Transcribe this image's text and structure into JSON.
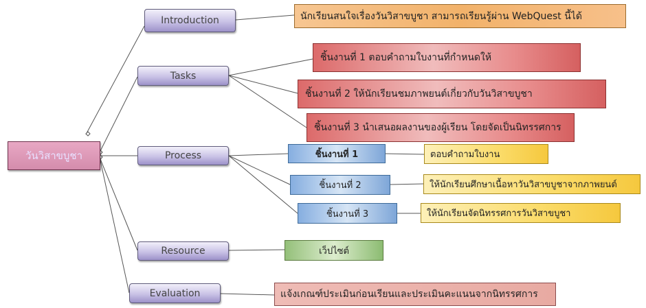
{
  "center": {
    "label": "วันวิสาขบูชา"
  },
  "branches": {
    "introduction": {
      "label": "Introduction",
      "detail": "นักเรียนสนใจเรื่องวันวิสาขบูชา สามารถเรียนรู้ผ่าน WebQuest นี้ได้"
    },
    "tasks": {
      "label": "Tasks",
      "items": [
        "ชิ้นงานที่ 1 ตอบคำถามใบงานที่กำหนดให้",
        "ชิ้นงานที่ 2 ให้นักเรียนชมภาพยนต์เกี่ยวกับวันวิสาขบูชา",
        "ชิ้นงานที่ 3 นำเสนอผลงานของผู้เรียน โดยจัดเป็นนิทรรศการ"
      ]
    },
    "process": {
      "label": "Process",
      "steps": [
        {
          "label": "ชิ้นงานที่ 1",
          "detail": "ตอบคำถามใบงาน"
        },
        {
          "label": "ชิ้นงานที่ 2",
          "detail": "ให้นักเรียนศึกษาเนื้อหาวันวิสาขบูชาจากภาพยนต์"
        },
        {
          "label": "ชิ้นงานที่ 3",
          "detail": "ให้นักเรียนจัดนิทรรศการวันวิสาขบูชา"
        }
      ]
    },
    "resource": {
      "label": "Resource",
      "detail": "เว็ปไซต์"
    },
    "evaluation": {
      "label": "Evaluation",
      "detail": "แจ้งเกณฑ์ประเมินก่อนเรียนและประเมินคะแนนจากนิทรรศการ"
    }
  },
  "colors": {
    "connector": "#555555",
    "topic_fill": "#c9c2e6",
    "center_fill": "#d48cac",
    "intro_fill": "#f2b26a",
    "task_fill": "#dc6a6a",
    "step_fill": "#86aee0",
    "step_detail_fill": "#fbdc6a",
    "resource_fill": "#94c07a",
    "evaluation_fill": "#e8aaa2"
  }
}
